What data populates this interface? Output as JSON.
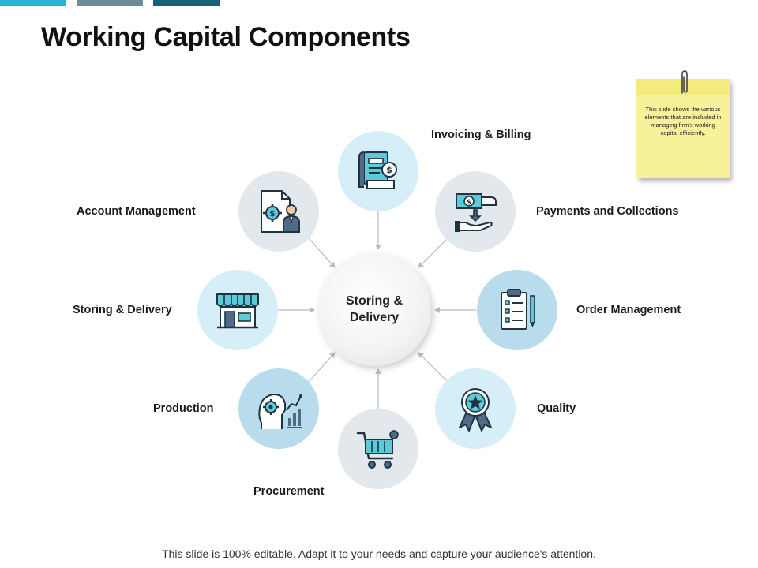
{
  "slide": {
    "title": "Working Capital Components",
    "footer": "This slide is 100% editable. Adapt it to your needs and capture your audience's attention.",
    "note": "This slide shows  the various elements that are included in managing firm's working capital efficiently.",
    "top_bar_colors": [
      "#29b7d3",
      "#6e8b9a",
      "#1d5f7a"
    ]
  },
  "hub": {
    "label": "Storing & Delivery"
  },
  "nodes": [
    {
      "label": "Invoicing & Billing",
      "icon": "invoice-icon",
      "color": "#d6eef7"
    },
    {
      "label": "Payments and Collections",
      "icon": "money-transfer-icon",
      "color": "#e3e8ec"
    },
    {
      "label": "Order Management",
      "icon": "clipboard-checklist-icon",
      "color": "#b9dced"
    },
    {
      "label": "Quality",
      "icon": "award-ribbon-icon",
      "color": "#d6eef7"
    },
    {
      "label": "Procurement",
      "icon": "shopping-cart-icon",
      "color": "#e3e8ec"
    },
    {
      "label": "Production",
      "icon": "head-gear-chart-icon",
      "color": "#b9dced"
    },
    {
      "label": "Storing & Delivery",
      "icon": "storefront-icon",
      "color": "#d6eef7"
    },
    {
      "label": "Account Management",
      "icon": "document-gear-person-icon",
      "color": "#e3e8ec"
    }
  ],
  "palette": {
    "icon_dark": "#1e3443",
    "icon_teal": "#5ec9d8",
    "icon_mid": "#4f6b85",
    "icon_light": "#ffffff",
    "arrow": "#b8bcc2"
  }
}
